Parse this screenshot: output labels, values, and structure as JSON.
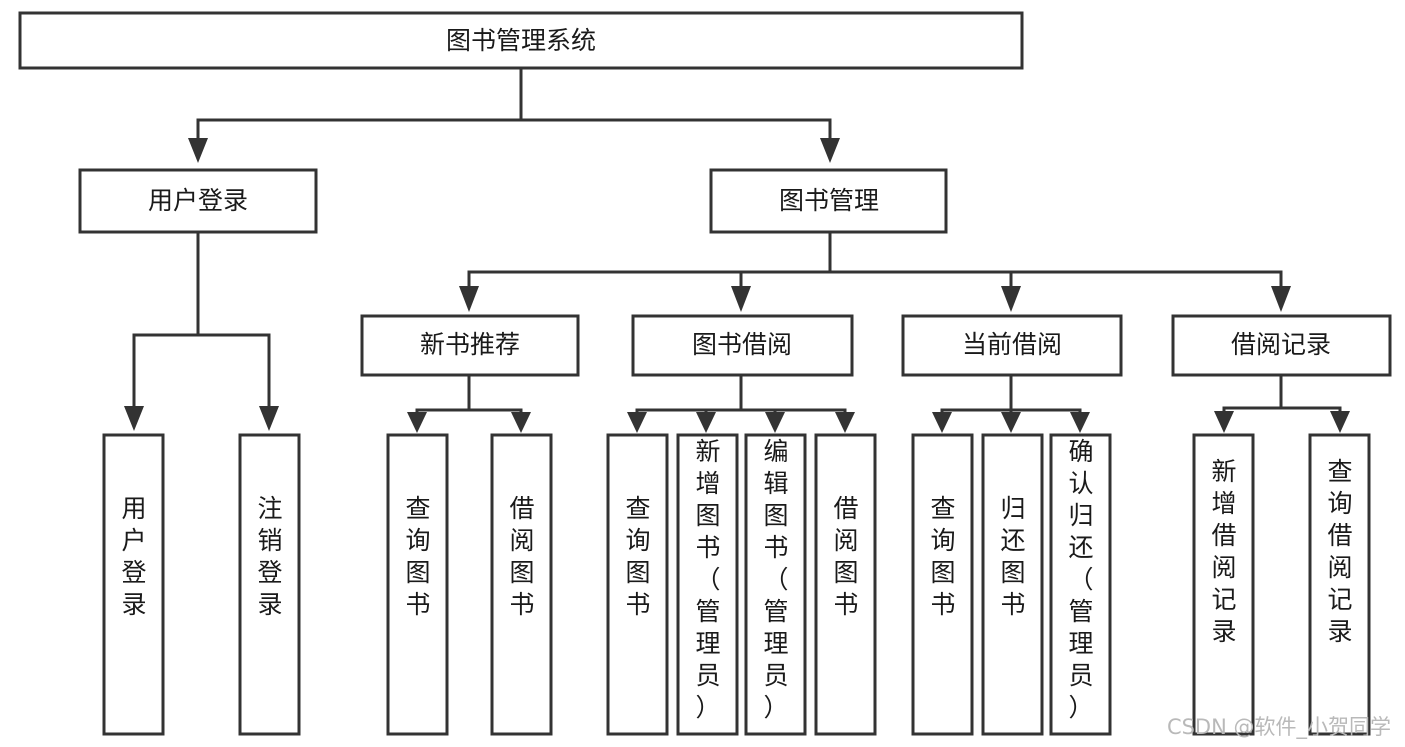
{
  "diagram": {
    "title": "图书管理系统",
    "type": "tree-hierarchy-chart",
    "root": {
      "label": "图书管理系统",
      "orientation": "horizontal"
    },
    "level2": [
      {
        "label": "用户登录",
        "orientation": "horizontal"
      },
      {
        "label": "图书管理",
        "orientation": "horizontal"
      }
    ],
    "level3": [
      {
        "label": "新书推荐",
        "orientation": "horizontal",
        "parent": "图书管理"
      },
      {
        "label": "图书借阅",
        "orientation": "horizontal",
        "parent": "图书管理"
      },
      {
        "label": "当前借阅",
        "orientation": "horizontal",
        "parent": "图书管理"
      },
      {
        "label": "借阅记录",
        "orientation": "horizontal",
        "parent": "图书管理"
      }
    ],
    "leaves": {
      "user_login": [
        {
          "label": "用户登录",
          "orientation": "vertical"
        },
        {
          "label": "注销登录",
          "orientation": "vertical"
        }
      ],
      "new_book_recommend": [
        {
          "label": "查询图书",
          "orientation": "vertical"
        },
        {
          "label": "借阅图书",
          "orientation": "vertical"
        }
      ],
      "book_borrow": [
        {
          "label": "查询图书",
          "orientation": "vertical"
        },
        {
          "label": "新增图书（管理员）",
          "orientation": "vertical"
        },
        {
          "label": "编辑图书（管理员）",
          "orientation": "vertical"
        },
        {
          "label": "借阅图书",
          "orientation": "vertical"
        }
      ],
      "current_borrow": [
        {
          "label": "查询图书",
          "orientation": "vertical"
        },
        {
          "label": "归还图书",
          "orientation": "vertical"
        },
        {
          "label": "确认归还（管理员）",
          "orientation": "vertical"
        }
      ],
      "borrow_records": [
        {
          "label": "新增借阅记录",
          "orientation": "vertical"
        },
        {
          "label": "查询借阅记录",
          "orientation": "vertical"
        }
      ]
    },
    "colors": {
      "box_stroke": "#333333",
      "box_fill": "#ffffff",
      "text": "#1a1a1a",
      "connector": "#333333",
      "watermark": "#b9b9b9",
      "background": "#ffffff"
    }
  },
  "watermark": {
    "text": "CSDN @软件_小贺同学"
  }
}
